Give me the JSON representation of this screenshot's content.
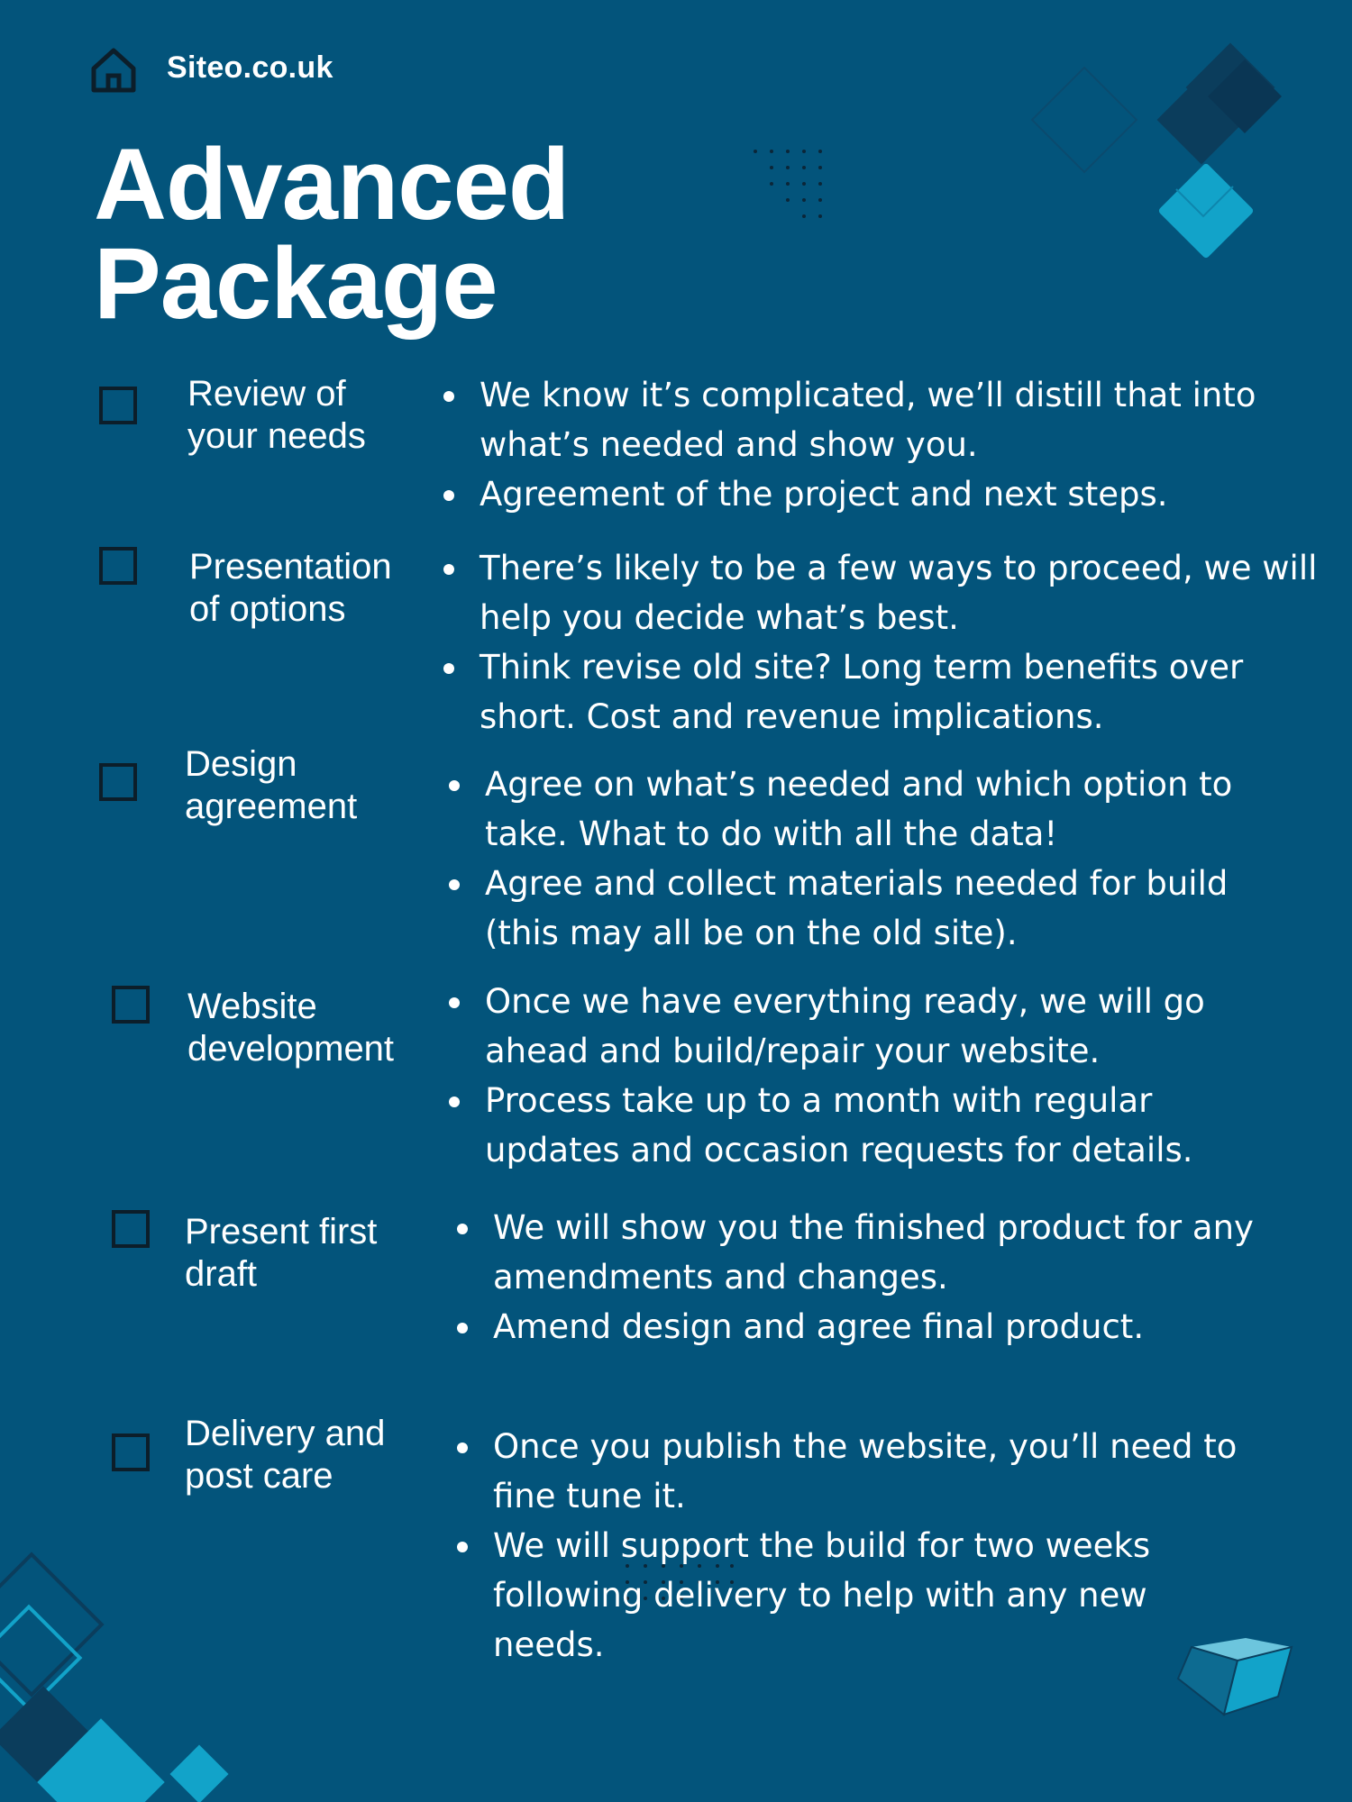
{
  "header": {
    "site_name": "Siteo.co.uk",
    "logo_icon": "home-icon"
  },
  "title": {
    "line1": "Advanced",
    "line2": "Package"
  },
  "colors": {
    "background": "#03547b",
    "accent_light": "#12a3c9",
    "accent_dark": "#0b3d5c"
  },
  "steps": [
    {
      "title_line1": "Review of",
      "title_line2": "your needs",
      "bullets": [
        "We know it’s complicated, we’ll distill that into what’s needed and show you.",
        "Agreement of the project and next steps."
      ]
    },
    {
      "title_line1": "Presentation",
      "title_line2": "of options",
      "bullets": [
        "There’s likely to be a few ways to proceed, we will help you decide what’s best.",
        "Think revise old site? Long term benefits over short. Cost and revenue implications."
      ]
    },
    {
      "title_line1": "Design",
      "title_line2": "agreement",
      "bullets": [
        "Agree on what’s needed and which option to take. What to do with all the data!",
        "Agree and collect materials needed for build (this may all be on the old site)."
      ]
    },
    {
      "title_line1": "Website",
      "title_line2": "development",
      "bullets": [
        "Once we have everything ready, we will go ahead and build/repair your website.",
        "Process take up to a month with regular updates and occasion requests for details."
      ]
    },
    {
      "title_line1": "Present first",
      "title_line2": "draft",
      "bullets": [
        "We will show you the finished product for any amendments and changes.",
        "Amend design and agree final product."
      ]
    },
    {
      "title_line1": "Delivery and",
      "title_line2": "post care",
      "bullets": [
        "Once you publish the website, you’ll need to fine tune it.",
        "We will support the build for two weeks following delivery to help with any new needs."
      ]
    }
  ]
}
